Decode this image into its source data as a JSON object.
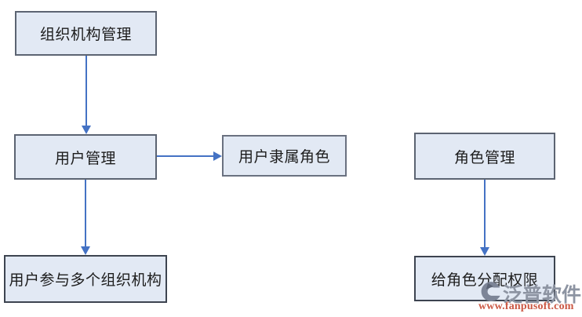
{
  "diagram": {
    "nodes": [
      {
        "id": "org-management",
        "label": "组织机构管理"
      },
      {
        "id": "user-management",
        "label": "用户管理"
      },
      {
        "id": "user-belongs-to-role",
        "label": "用户隶属角色"
      },
      {
        "id": "role-management",
        "label": "角色管理"
      },
      {
        "id": "user-multi-org",
        "label": "用户参与多个组织机构"
      },
      {
        "id": "assign-role-permission",
        "label": "给角色分配权限"
      }
    ],
    "edges": [
      {
        "from": "组织机构管理",
        "to": "用户管理",
        "direction": "down"
      },
      {
        "from": "用户管理",
        "to": "用户隶属角色",
        "direction": "right"
      },
      {
        "from": "用户管理",
        "to": "用户参与多个组织机构",
        "direction": "down"
      },
      {
        "from": "角色管理",
        "to": "给角色分配权限",
        "direction": "down"
      }
    ],
    "colors": {
      "node_fill": "#e2e9f4",
      "node_border": "#5c6472",
      "arrow": "#4472c4",
      "text": "#1c1c1c"
    }
  },
  "watermark": {
    "logo_icon": "fanpu-logo-icon",
    "brand": "泛普软件",
    "url": "www.fanpusoft.com",
    "brand_color": "#8d94a2",
    "url_color": "#cb5844"
  }
}
